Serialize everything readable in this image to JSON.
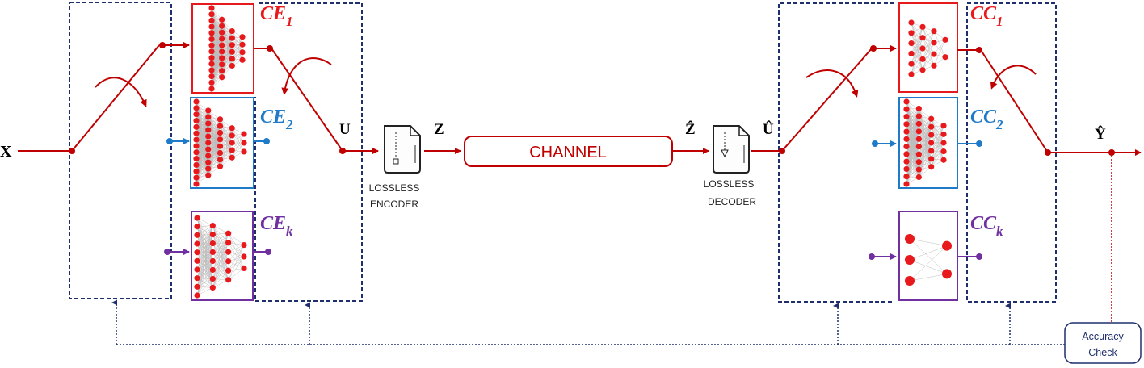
{
  "labels": {
    "input": "X",
    "encoder_output": "U",
    "encoded": "Z",
    "received": "Ẑ",
    "decoded": "Û",
    "output": "Ŷ"
  },
  "encoder_networks": [
    {
      "name": "CE",
      "sub": "1",
      "color": "#e8191c"
    },
    {
      "name": "CE",
      "sub": "2",
      "color": "#1f7bc8"
    },
    {
      "name": "CE",
      "sub": "k",
      "color": "#7030a0"
    }
  ],
  "classifier_networks": [
    {
      "name": "CC",
      "sub": "1",
      "color": "#e8191c"
    },
    {
      "name": "CC",
      "sub": "2",
      "color": "#1f7bc8"
    },
    {
      "name": "CC",
      "sub": "k",
      "color": "#7030a0"
    }
  ],
  "lossless_encoder": {
    "line1": "LOSSLESS",
    "line2": "ENCODER"
  },
  "lossless_decoder": {
    "line1": "LOSSLESS",
    "line2": "DECODER"
  },
  "channel": {
    "label": "CHANNEL"
  },
  "accuracy_check": {
    "line1": "Accuracy",
    "line2": "Check"
  },
  "colors": {
    "red": "#e8191c",
    "signal": "#c00000",
    "blue": "#1f7bc8",
    "purple": "#7030a0",
    "navy": "#1f2f6e"
  }
}
